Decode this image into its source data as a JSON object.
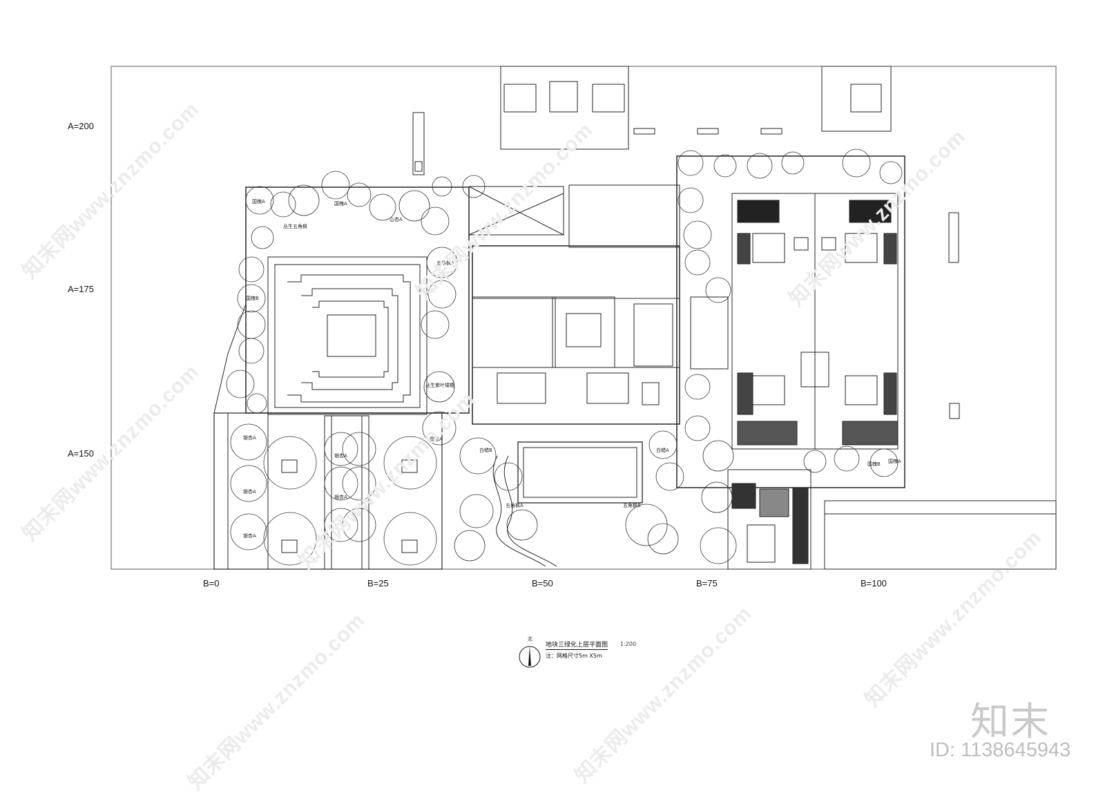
{
  "grid_labels": {
    "a_axis": [
      "A=200",
      "A=175",
      "A=150"
    ],
    "b_axis": [
      "B=0",
      "B=25",
      "B=50",
      "B=75",
      "B=100"
    ]
  },
  "title_block": {
    "north_label": "北",
    "title": "地块三绿化上层平面图",
    "scale": "1:200",
    "note": "注：网格尺寸5m X5m"
  },
  "plant_labels": [
    "国槐A",
    "国槐B",
    "国槐A",
    "银杏A",
    "银杏A",
    "银杏A",
    "银杏A",
    "银杏A",
    "五角枫A",
    "五角枫B",
    "五角枫A",
    "白蜡B",
    "白蜡A",
    "山杏A",
    "丛生五角枫",
    "丛生紫叶矮樱",
    "雪松A",
    "国槐B",
    "国槐A"
  ],
  "watermark": {
    "text": "知末网www.znzmo.com",
    "brand": "知末",
    "id": "ID: 1138645943"
  }
}
